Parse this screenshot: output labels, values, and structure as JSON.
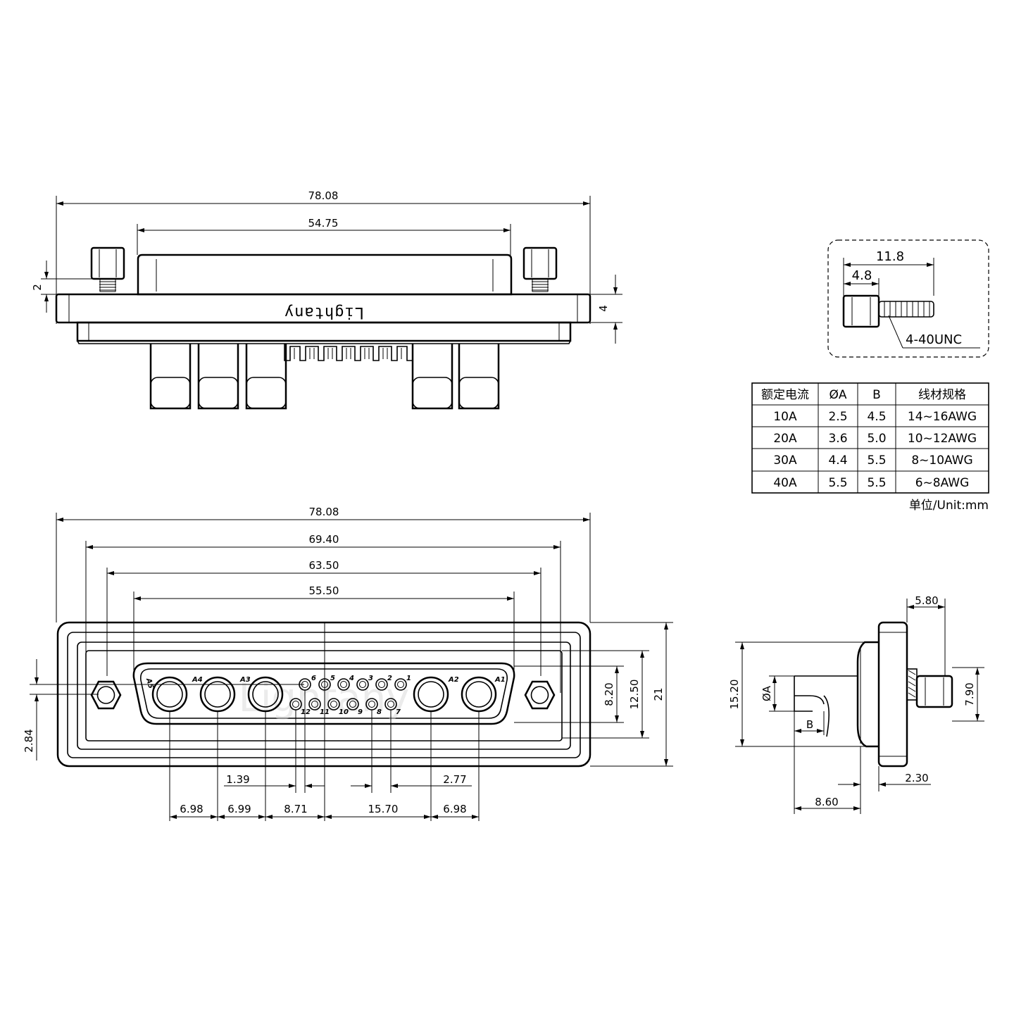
{
  "top_view": {
    "overall_width": "78.08",
    "shell_width": "54.75",
    "flange_thickness": "4",
    "screw_protrusion": "2",
    "brand": "Lightany"
  },
  "front_view": {
    "overall_width": "78.08",
    "hole_spacing": "69.40",
    "dim_63": "63.50",
    "dim_55": "55.50",
    "height_total": "21",
    "height_1250": "12.50",
    "height_820": "8.20",
    "offset_284": "2.84",
    "pitch_a": "6.98",
    "pitch_b": "6.99",
    "pitch_c": "8.71",
    "pitch_d": "15.70",
    "pitch_e": "6.98",
    "small_139": "1.39",
    "small_277": "2.77",
    "power_labels": [
      "A5",
      "A4",
      "A3",
      "A2",
      "A1"
    ],
    "signal_top_labels": [
      "6",
      "5",
      "4",
      "3",
      "2",
      "1"
    ],
    "signal_bottom_labels": [
      "12",
      "11",
      "10",
      "9",
      "8",
      "7"
    ]
  },
  "screw_detail": {
    "length": "11.8",
    "head": "4.8",
    "thread": "4-40UNC"
  },
  "side_view": {
    "dim_580": "5.80",
    "dim_790": "7.90",
    "dim_1520": "15.20",
    "dia_label": "ØA",
    "b_label": "B",
    "dim_230": "2.30",
    "dim_860": "8.60"
  },
  "spec_table": {
    "headers": [
      "额定电流",
      "ØA",
      "B",
      "线材规格"
    ],
    "rows": [
      [
        "10A",
        "2.5",
        "4.5",
        "14~16AWG"
      ],
      [
        "20A",
        "3.6",
        "5.0",
        "10~12AWG"
      ],
      [
        "30A",
        "4.4",
        "5.5",
        "8~10AWG"
      ],
      [
        "40A",
        "5.5",
        "5.5",
        "6~8AWG"
      ]
    ],
    "unit": "单位/Unit:mm"
  }
}
